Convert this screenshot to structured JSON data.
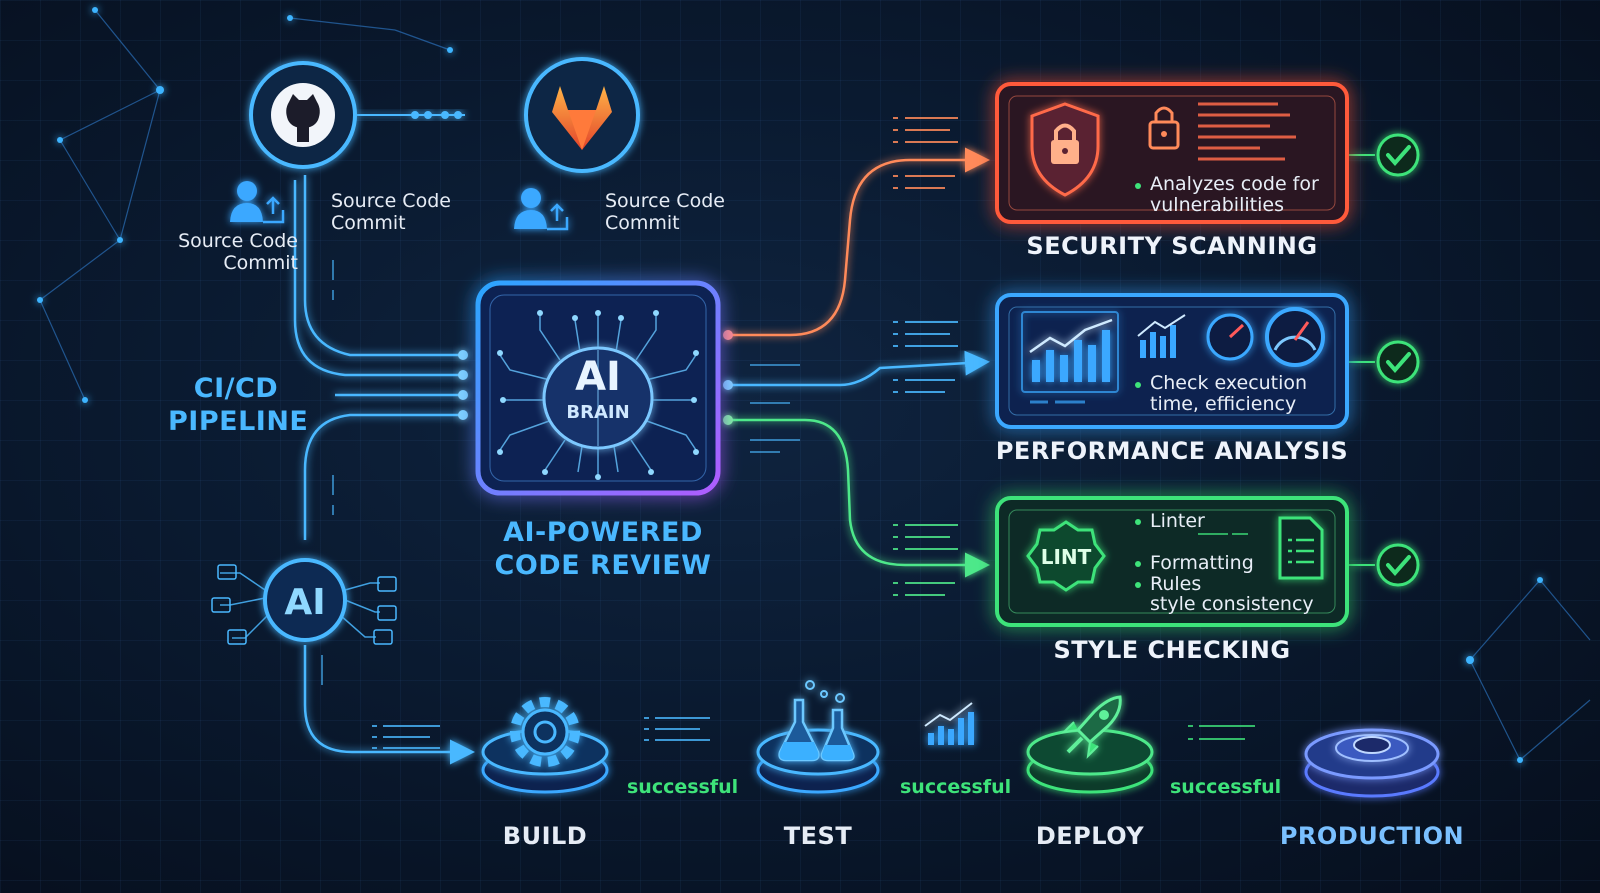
{
  "sources": {
    "github_commit": [
      "Source Code",
      "Commit"
    ],
    "gitlab_commit": [
      "Source Code",
      "Commit"
    ],
    "developer_commit": [
      "Source Code",
      "Commit"
    ]
  },
  "pipeline_label": [
    "CI/CD",
    "PIPELINE"
  ],
  "brain": {
    "line1": "AI",
    "line2": "BRAIN"
  },
  "review_label": [
    "AI-POWERED",
    "CODE REVIEW"
  ],
  "ai_hub": "AI",
  "panels": {
    "security": {
      "title": "SECURITY SCANNING",
      "bullets": [
        "Analyzes code for",
        "vulnerabilities"
      ],
      "color": "#ff6a4a"
    },
    "performance": {
      "title": "PERFORMANCE ANALYSIS",
      "bullets": [
        "Check execution",
        "time, efficiency"
      ],
      "color": "#3aa8ff"
    },
    "style": {
      "title": "STYLE CHECKING",
      "badge": "LINT",
      "bullets": [
        "Linter",
        "Formatting",
        "Rules",
        "style consistency"
      ],
      "color": "#3ee37a"
    }
  },
  "stages": [
    "BUILD",
    "TEST",
    "DEPLOY",
    "PRODUCTION"
  ],
  "transitions": [
    "successful",
    "successful",
    "successful"
  ],
  "icons": [
    "github-icon",
    "gitlab-icon",
    "developer-upload-icon",
    "shield-lock-icon",
    "padlock-icon",
    "chart-icon",
    "gauge-icon",
    "lint-badge-icon",
    "document-icon",
    "check-icon",
    "gear-icon",
    "flask-icon",
    "rocket-icon",
    "platform-icon"
  ]
}
